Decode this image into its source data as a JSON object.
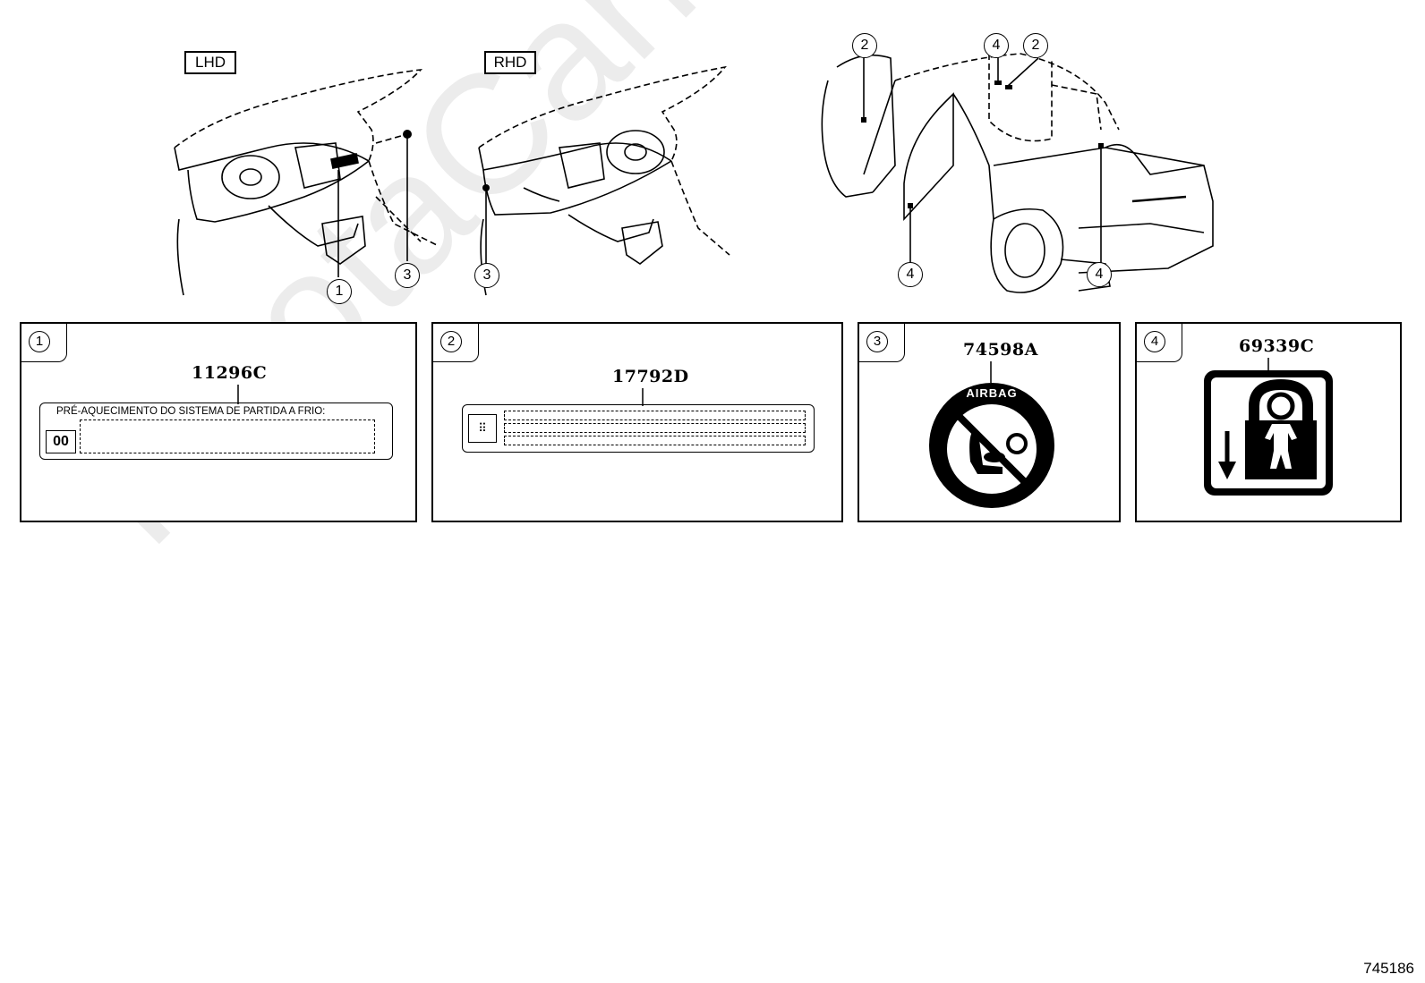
{
  "views": {
    "lhd_label": "LHD",
    "rhd_label": "RHD"
  },
  "callouts": {
    "lhd_1": "1",
    "lhd_3": "3",
    "rhd_3": "3",
    "truck_2a": "2",
    "truck_4a": "4",
    "truck_2b": "2",
    "truck_4b": "4",
    "truck_4c": "4"
  },
  "panels": [
    {
      "index": "1",
      "part_number": "11296C",
      "label_text": "PRÉ-AQUECIMENTO DO SISTEMA  DE  PARTIDA A FRIO:",
      "badge": "00"
    },
    {
      "index": "2",
      "part_number": "17792D"
    },
    {
      "index": "3",
      "part_number": "74598A",
      "badge_text": "AIRBAG"
    },
    {
      "index": "4",
      "part_number": "69339C"
    }
  ],
  "watermark": "ToyotaCarMine.ru",
  "reference_number": "745186"
}
